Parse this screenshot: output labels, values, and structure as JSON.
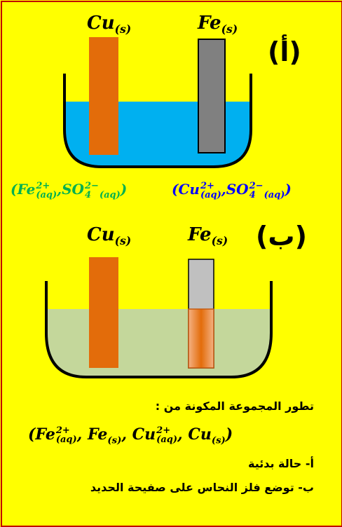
{
  "panel_a": {
    "label": "(أ)",
    "electrode_left": {
      "symbol": "Cu",
      "state": "(s)",
      "color": "#e36c0a"
    },
    "electrode_right": {
      "symbol": "Fe",
      "state": "(s)",
      "color": "#808080"
    },
    "solution_color": "#00b0f0"
  },
  "ions": {
    "left": {
      "open": "(",
      "ion1": "Fe",
      "ion1_charge": "2+",
      "ion1_state": "(aq)",
      "sep": ",",
      "ion2": "SO",
      "ion2_sub": "4",
      "ion2_charge": "2−",
      "ion2_state": "(aq)",
      "close": ")",
      "color": "#00b050"
    },
    "right": {
      "open": "(",
      "ion1": "Cu",
      "ion1_charge": "2+",
      "ion1_state": "(aq)",
      "sep": ",",
      "ion2": "SO",
      "ion2_sub": "4",
      "ion2_charge": "2−",
      "ion2_state": "(aq)",
      "close": ")",
      "color": "#0000ff"
    }
  },
  "panel_b": {
    "label": "(ب)",
    "electrode_left": {
      "symbol": "Cu",
      "state": "(s)",
      "color": "#e36c0a"
    },
    "electrode_right": {
      "symbol": "Fe",
      "state": "(s)",
      "color": "#c0c0c0",
      "deposit_color": "#f4b183"
    },
    "solution_color": "#c4d79b"
  },
  "caption": {
    "title": "تطور المجموعة المكونة من :",
    "formula": {
      "open": "(",
      "t1": "Fe",
      "t1_charge": "2+",
      "t1_state": "(aq)",
      "t2": "Fe",
      "t2_state": "(s)",
      "t3": "Cu",
      "t3_charge": "2+",
      "t3_state": "(aq)",
      "t4": "Cu",
      "t4_state": "(s)",
      "close": ")"
    },
    "item_a": "أ- حالة بدئية",
    "item_b": "ب- توضع فلز النحاس على صفيحة الحديد"
  }
}
